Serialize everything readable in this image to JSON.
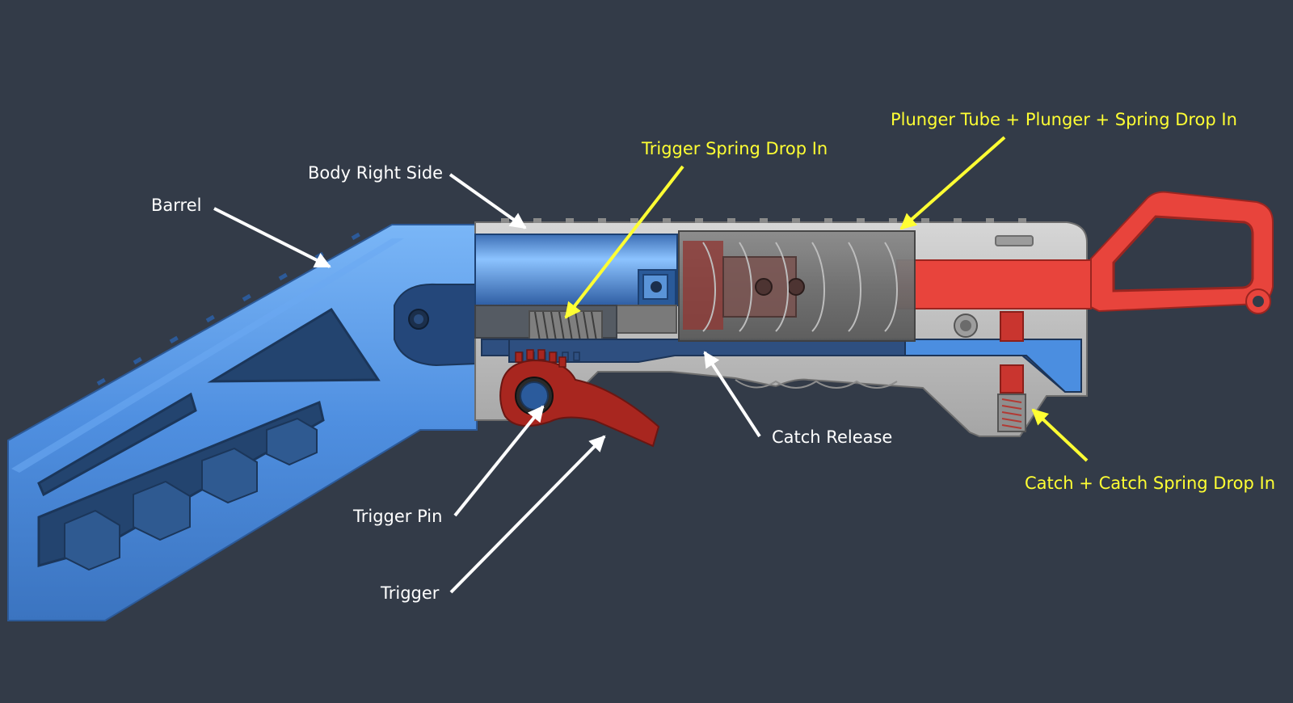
{
  "labels": {
    "barrel": "Barrel",
    "body_right_side": "Body Right Side",
    "trigger_spring": "Trigger Spring Drop In",
    "plunger": "Plunger Tube + Plunger + Spring Drop In",
    "catch_release": "Catch Release",
    "catch_spring": "Catch + Catch Spring Drop In",
    "trigger_pin": "Trigger Pin",
    "trigger": "Trigger"
  },
  "colors": {
    "background": "#333b48",
    "barrel_blue": "#5b9cec",
    "body_grey": "#bcbcbc",
    "part_red": "#e8443c",
    "trigger_red": "#a8261f",
    "callout_white": "#ffffff",
    "callout_yellow": "#ffff33"
  }
}
